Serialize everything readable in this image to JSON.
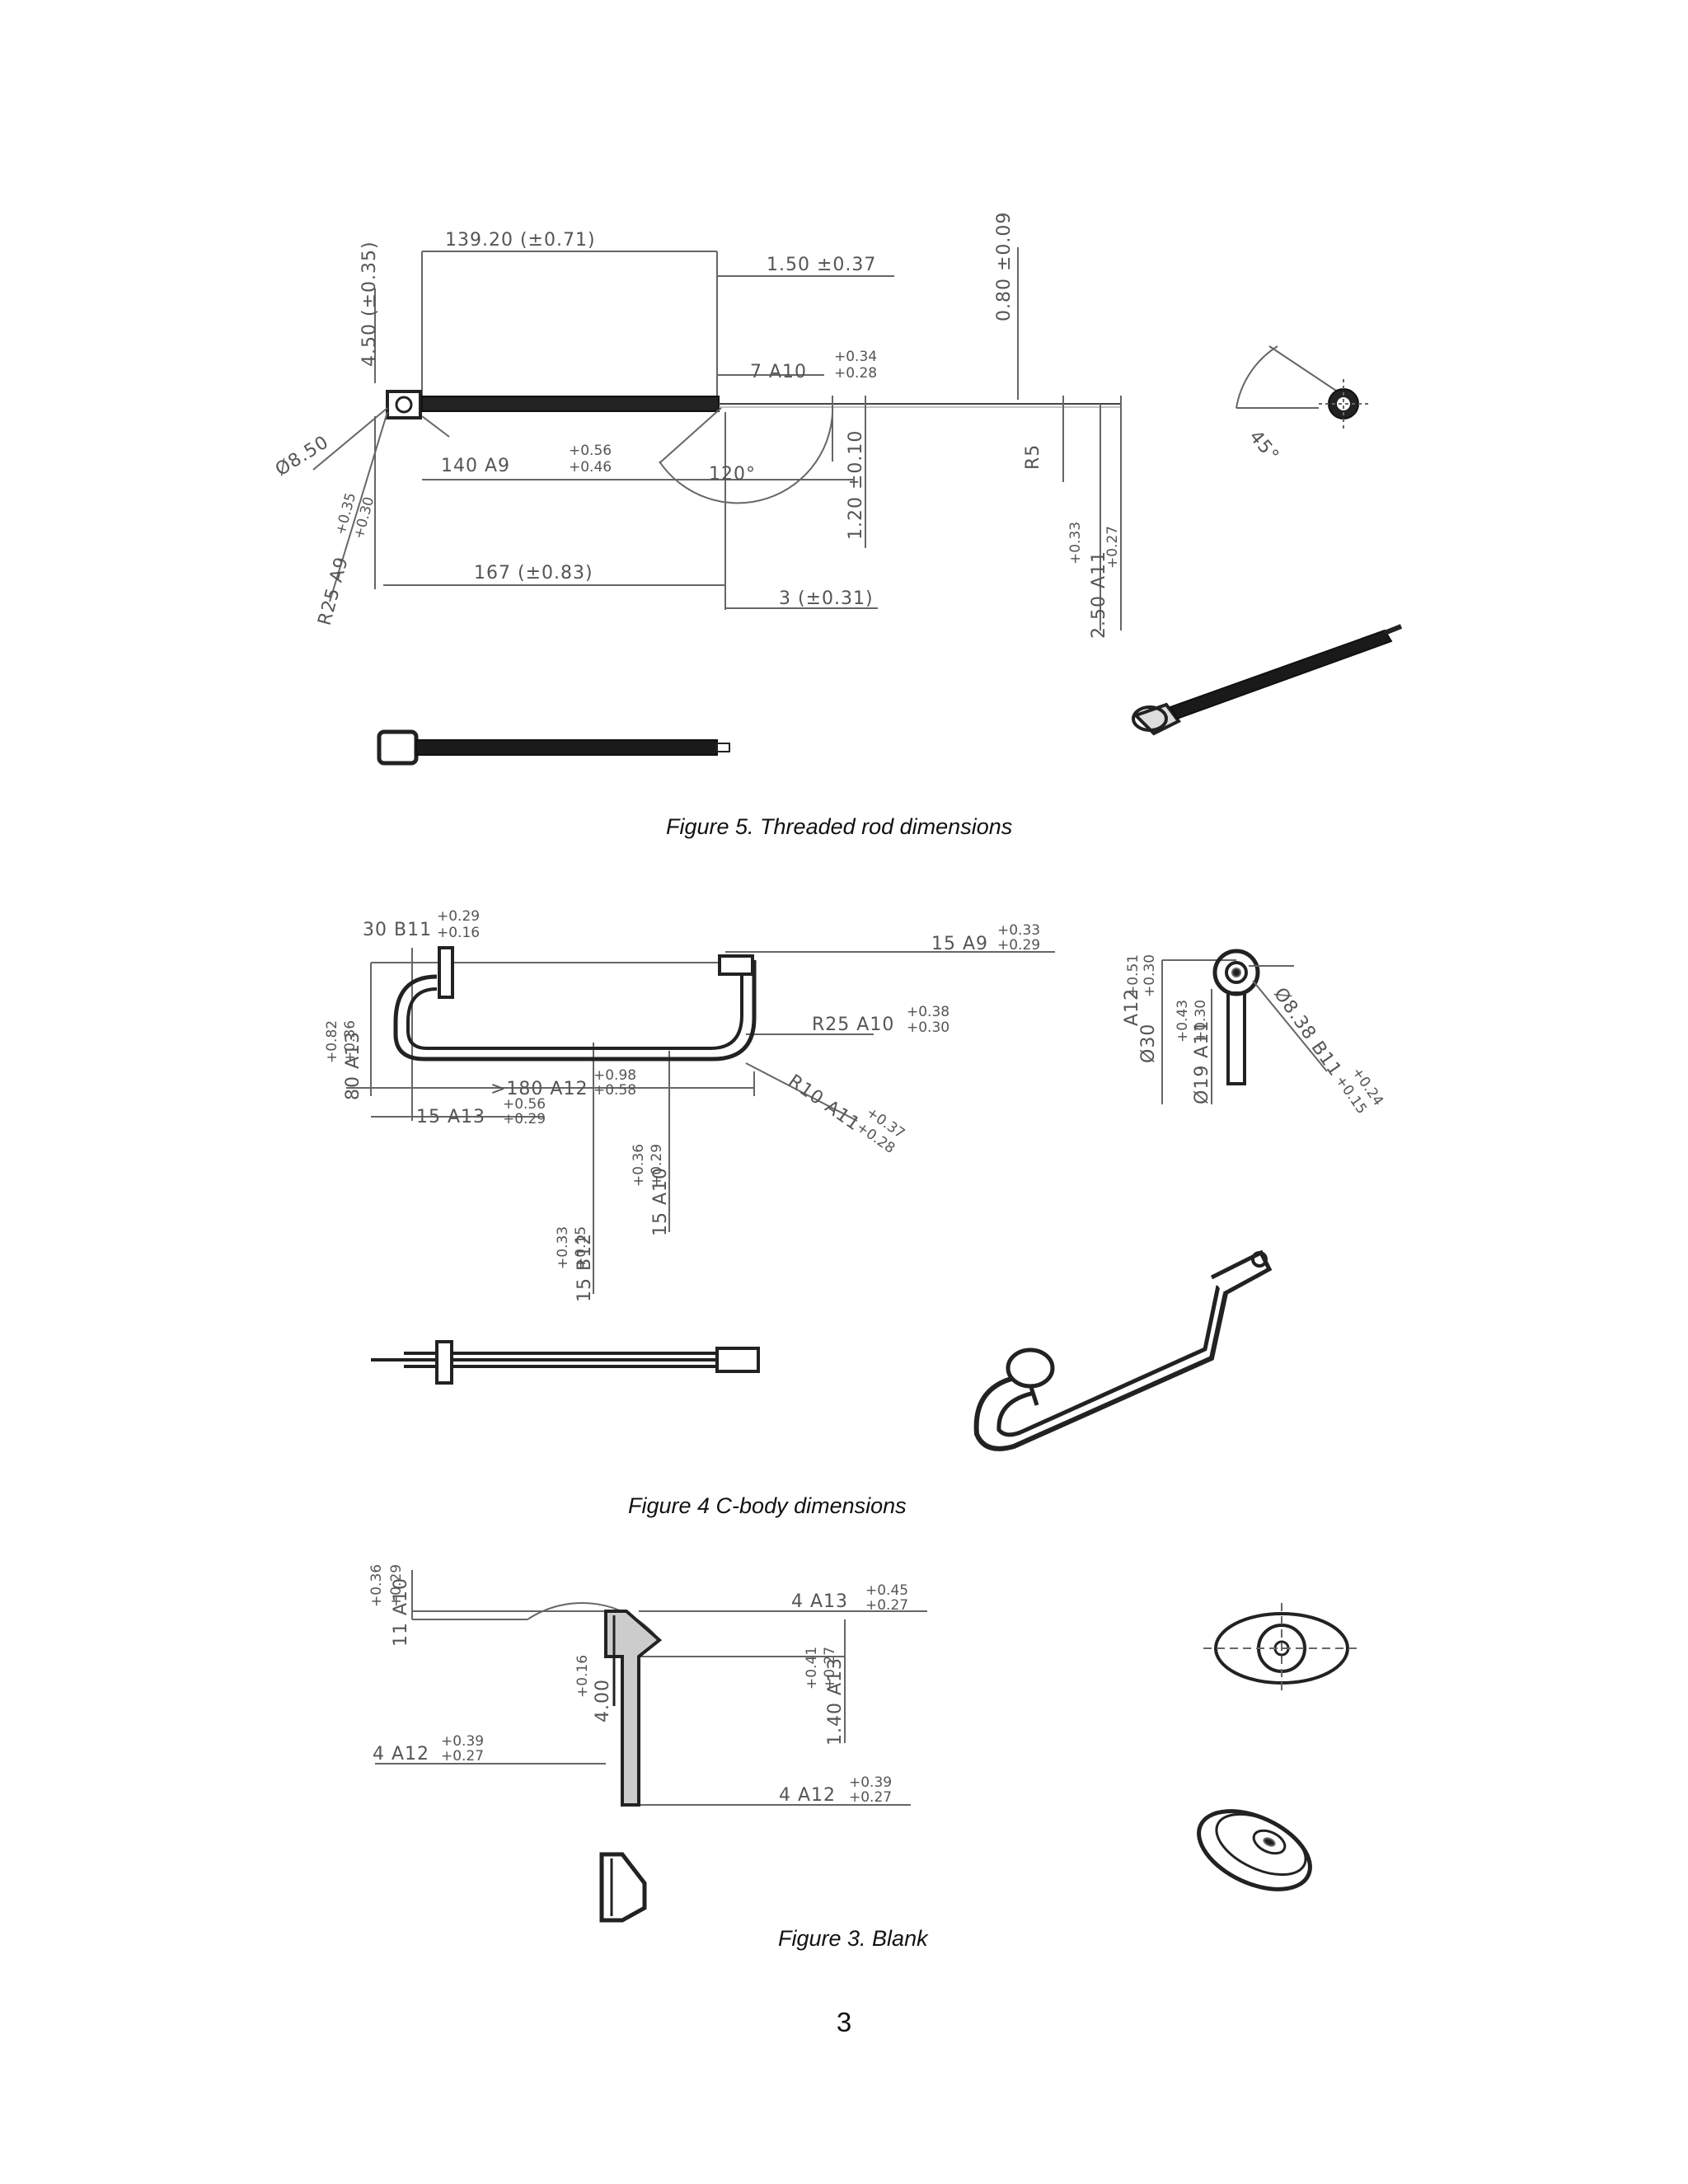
{
  "captions": {
    "fig5": "Figure 5. Threaded rod dimensions",
    "fig4": "Figure 4 C-body dimensions",
    "fig3": "Figure 3. Blank"
  },
  "page_number": "3",
  "fig5": {
    "len_139": "139.20 (±0.71)",
    "len_150": "1.50 ±0.37",
    "vert_080": "0.80 ±0.09",
    "vert_450": "4.50 (±0.35)",
    "a7": "7 A10",
    "a7_tol_hi": "+0.34",
    "a7_tol_lo": "+0.28",
    "dia": "Ø8.50",
    "a140": "140 A9",
    "a140_tol_hi": "+0.56",
    "a140_tol_lo": "+0.46",
    "ang120": "120°",
    "v120": "1.20 ±0.10",
    "r5": "R5",
    "r25": "R25 A9",
    "r25_tol_hi": "+0.35",
    "r25_tol_lo": "+0.30",
    "len167": "167 (±0.83)",
    "len3": "3 (±0.31)",
    "v250": "2.50 A11",
    "v250_tol_hi": "+0.33",
    "v250_tol_lo": "+0.27",
    "ang45": "45°"
  },
  "fig4": {
    "b30": "30 B11",
    "b30_hi": "+0.29",
    "b30_lo": "+0.16",
    "a15": "15 A9",
    "a15_hi": "+0.33",
    "a15_lo": "+0.29",
    "r25": "R25 A10",
    "r25_hi": "+0.38",
    "r25_lo": "+0.30",
    "a80": "80 A13",
    "a80_hi": "+0.82",
    "a80_lo": "+0.36",
    "a180": ">180 A12",
    "a180_hi": "+0.98",
    "a180_lo": "+0.58",
    "r10": "R10 A11",
    "r10_hi": "+0.37",
    "r10_lo": "+0.28",
    "a15b": "15 A13",
    "a15b_hi": "+0.56",
    "a15b_lo": "+0.29",
    "v15a10": "15 A10",
    "v15a10_hi": "+0.36",
    "v15a10_lo": "+0.29",
    "v15b12": "15 B12",
    "v15b12_hi": "+0.33",
    "v15b12_lo": "+0.15",
    "a12": "A12",
    "a12_hi": "+0.51",
    "a12_lo": "+0.30",
    "d30": "Ø30",
    "d19": "Ø19 A11",
    "d19_hi": "+0.43",
    "d19_lo": "+0.30",
    "d838": "Ø8.38 B11",
    "d838_hi": "+0.24",
    "d838_lo": "+0.15"
  },
  "fig3": {
    "v11": "11 A10",
    "v11_hi": "+0.36",
    "v11_lo": "+0.29",
    "a4top": "4 A13",
    "a4top_hi": "+0.45",
    "a4top_lo": "+0.27",
    "v400": "4.00",
    "v400_hi": "+0.16",
    "v140": "1.40 A13",
    "v140_hi": "+0.41",
    "v140_lo": "+0.27",
    "a4left": "4 A12",
    "a4left_hi": "+0.39",
    "a4left_lo": "+0.27",
    "a4bot": "4 A12",
    "a4bot_hi": "+0.39",
    "a4bot_lo": "+0.27"
  }
}
